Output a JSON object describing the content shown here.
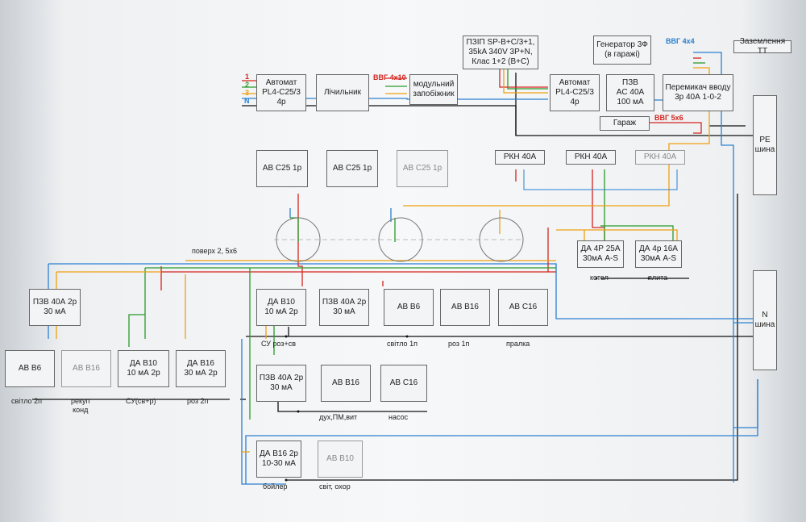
{
  "phases": [
    {
      "label": "1",
      "color": "#d4251f"
    },
    {
      "label": "2",
      "color": "#2a9a2a"
    },
    {
      "label": "3",
      "color": "#f0a010"
    },
    {
      "label": "N",
      "color": "#2b7fd0"
    }
  ],
  "colors": {
    "pe": "#111111",
    "n": "#2b7fd0",
    "l1": "#d4251f",
    "l2": "#2a9a2a",
    "l3": "#f0a010"
  },
  "cable_labels": {
    "vvg4x10": "ВВГ 4х10",
    "vvg4x4": "ВВГ 4х4",
    "vvg5x6": "ВВГ 5х6"
  },
  "top": {
    "automat1": "Автомат\nPL4-C25/3\n4р",
    "meter": "Лічильник",
    "fuse": "модульний\nзапобіжник",
    "pzip": "ПЗІП SP-B+C/3+1,\n35kA 340V 3P+N,\nКлас 1+2 (B+C)",
    "automat2": "Автомат\nPL4-C25/3\n4р",
    "pzv": "ПЗВ\nAC 40A\n100 мА",
    "generator": "Генератор 3Ф\n(в гаражі)",
    "switch": "Перемикач вводу\n3р 40А 1-0-2",
    "grounding": "Заземлення TT",
    "garage": "Гараж"
  },
  "row2": {
    "ab1": "АВ С25 1р",
    "ab2": "АВ С25 1р",
    "ab3": "АВ С25 1р",
    "rkn1": "РКН 40А",
    "rkn2": "РКН 40А",
    "rkn3": "РКН 40А"
  },
  "bus": {
    "pe": "PE\nшина",
    "n": "N\nшина"
  },
  "upper_floor": {
    "label": "поверх 2, 5х6"
  },
  "left": {
    "pzv": "ПЗВ 40А 2р\n30 мА",
    "b1": "АВ В6",
    "b2": "АВ В16",
    "b3": "ДА В10\n10 мА 2р",
    "b4": "ДА В16\n30 мА 2р",
    "l1": "світло 2п",
    "l2": "рекуп\nконд",
    "l3": "СУ(св+р)",
    "l4": "роз 2п"
  },
  "mid1": {
    "b1": "ДА В10\n10 мА 2р",
    "b2": "ПЗВ 40А 2р\n30 мА",
    "b3": "АВ В6",
    "b4": "АВ В16",
    "b5": "АВ С16",
    "l1": "СУ роз+св",
    "l2": "світло 1п",
    "l3": "роз 1п",
    "l4": "пралка"
  },
  "da": {
    "b1": "ДА 4Р 25А\n30мА A-S",
    "b2": "ДА 4р 16А\n30мА A-S",
    "l1": "котел",
    "l2": "плита"
  },
  "mid2": {
    "b1": "ПЗВ 40А 2р\n30 мА",
    "b2": "АВ В16",
    "b3": "АВ С16",
    "l1": "дух,ПМ,вит",
    "l2": "насос"
  },
  "mid3": {
    "b1": "ДА В16 2р\n10-30 мА",
    "b2": "АВ В10",
    "l1": "бойлер",
    "l2": "світ, охор"
  }
}
